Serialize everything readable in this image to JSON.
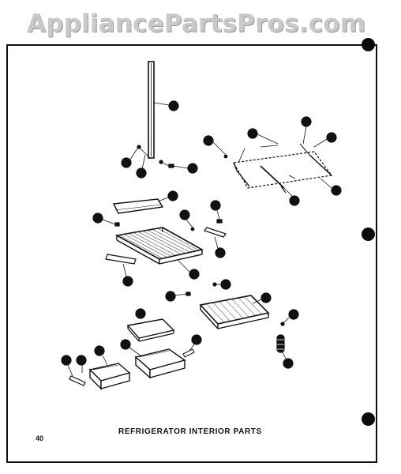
{
  "watermark": "AppliancePartsPros.com",
  "caption": "REFRIGERATOR INTERIOR PARTS",
  "page_number": "40",
  "colors": {
    "ink": "#111111",
    "watermark": "#c9c9c9",
    "paper": "#ffffff"
  }
}
